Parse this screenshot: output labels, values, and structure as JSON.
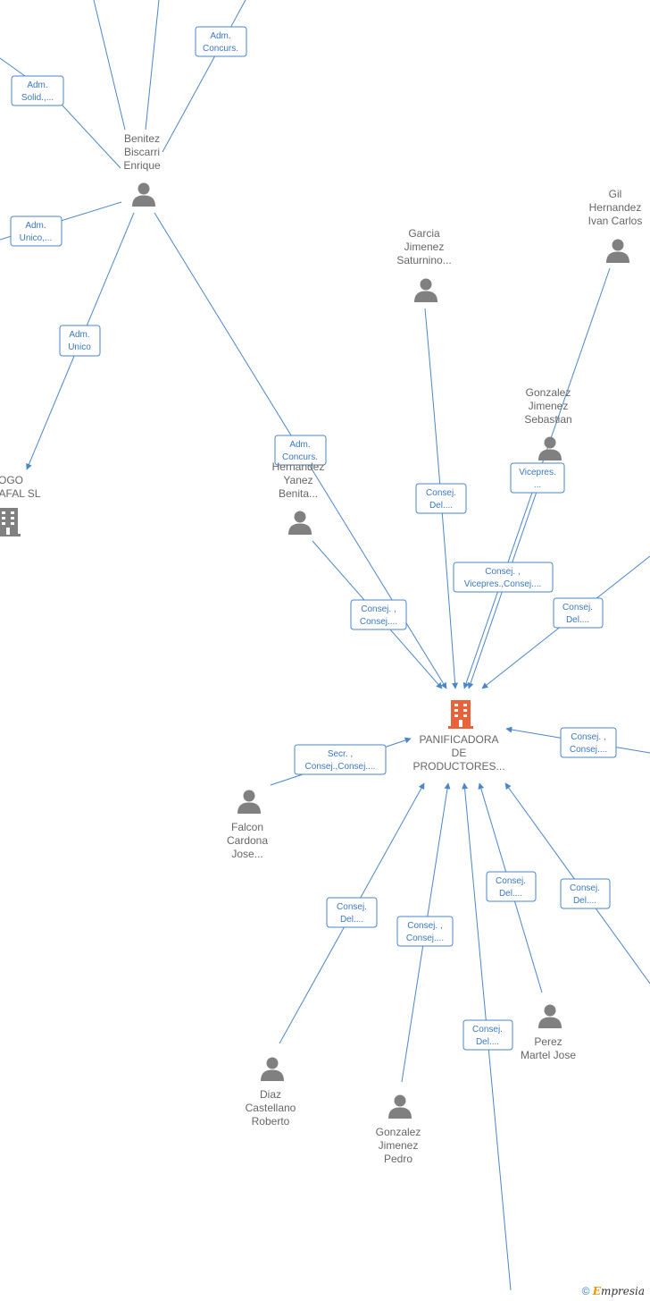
{
  "colors": {
    "edge": "#4a86c8",
    "label": "#3a78c3",
    "person": "#808080",
    "company": "#808080",
    "focus_company": "#e8623a"
  },
  "nodes": [
    {
      "id": "benitez",
      "type": "person",
      "lines": [
        "Benitez",
        "Biscarri",
        "Enrique"
      ]
    },
    {
      "id": "garcia",
      "type": "person",
      "lines": [
        "Garcia",
        "Jimenez",
        "Saturnino..."
      ]
    },
    {
      "id": "gil",
      "type": "person",
      "lines": [
        "Gil",
        "Hernandez",
        "Ivan Carlos"
      ]
    },
    {
      "id": "gonzalez_s",
      "type": "person",
      "lines": [
        "Gonzalez",
        "Jimenez",
        "Sebastian"
      ]
    },
    {
      "id": "hernandez",
      "type": "person",
      "lines": [
        "Hernandez",
        "Yanez",
        "Benita..."
      ]
    },
    {
      "id": "ogo",
      "type": "company",
      "lines": [
        "OGO",
        "AFAL SL"
      ]
    },
    {
      "id": "panificadora",
      "type": "focus",
      "lines": [
        "PANIFICADORA",
        "DE",
        "PRODUCTORES..."
      ]
    },
    {
      "id": "falcon",
      "type": "person",
      "lines": [
        "Falcon",
        "Cardona",
        "Jose..."
      ]
    },
    {
      "id": "diaz",
      "type": "person",
      "lines": [
        "Diaz",
        "Castellano",
        "Roberto"
      ]
    },
    {
      "id": "gonzalez_p",
      "type": "person",
      "lines": [
        "Gonzalez",
        "Jimenez",
        "Pedro"
      ]
    },
    {
      "id": "perez",
      "type": "person",
      "lines": [
        "Perez",
        "Martel Jose"
      ]
    }
  ],
  "relations": [
    {
      "id": "r1",
      "lines": [
        "Adm.",
        "Concurs."
      ]
    },
    {
      "id": "r2",
      "lines": [
        "Adm.",
        "Solid.,..."
      ]
    },
    {
      "id": "r3",
      "lines": [
        "Adm.",
        "Unico,..."
      ]
    },
    {
      "id": "r4",
      "lines": [
        "Adm.",
        "Unico"
      ]
    },
    {
      "id": "r5",
      "lines": [
        "Adm.",
        "Concurs."
      ]
    },
    {
      "id": "r6",
      "lines": [
        "Consej.",
        "Del...."
      ]
    },
    {
      "id": "r7",
      "lines": [
        "Vicepres.",
        "..."
      ]
    },
    {
      "id": "r8",
      "lines": [
        "Consej. ,",
        "Vicepres.,Consej...."
      ]
    },
    {
      "id": "r9",
      "lines": [
        "Consej. ,",
        "Consej...."
      ]
    },
    {
      "id": "r10",
      "lines": [
        "Consej.",
        "Del...."
      ]
    },
    {
      "id": "r11",
      "lines": [
        "Secr. ,",
        "Consej.,Consej...."
      ]
    },
    {
      "id": "r12",
      "lines": [
        "Consej. ,",
        "Consej...."
      ]
    },
    {
      "id": "r13",
      "lines": [
        "Consej.",
        "Del...."
      ]
    },
    {
      "id": "r14",
      "lines": [
        "Consej.",
        "Del...."
      ]
    },
    {
      "id": "r15",
      "lines": [
        "Consej.",
        "Del...."
      ]
    },
    {
      "id": "r16",
      "lines": [
        "Consej. ,",
        "Consej...."
      ]
    },
    {
      "id": "r17",
      "lines": [
        "Consej.",
        "Del...."
      ]
    }
  ],
  "footer": {
    "copyright": "©",
    "brand_initial": "E",
    "brand_rest": "mpresia"
  }
}
